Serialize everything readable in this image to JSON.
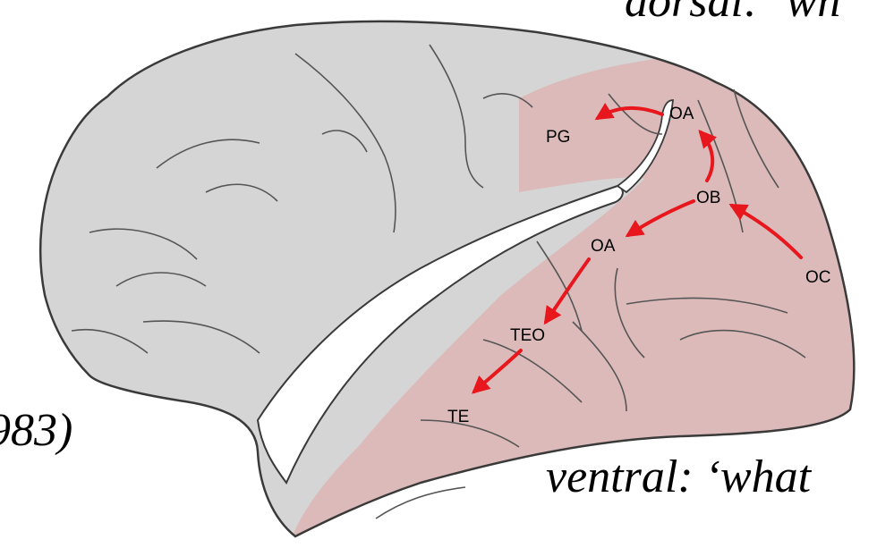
{
  "captions": {
    "dorsal": "dorsal: ‘wh",
    "citation_fragment": "983)",
    "ventral": "ventral: ‘what"
  },
  "areas": {
    "pg": "PG",
    "oa_dorsal": "OA",
    "ob": "OB",
    "oa_ventral": "OA",
    "oc": "OC",
    "teo": "TEO",
    "te": "TE"
  },
  "colors": {
    "brain_fill": "#d5d5d5",
    "visual_cortex_fill": "#dcbaba",
    "outline": "#3a3a3a",
    "sulcus": "#555555",
    "arrow": "#e8171d"
  }
}
